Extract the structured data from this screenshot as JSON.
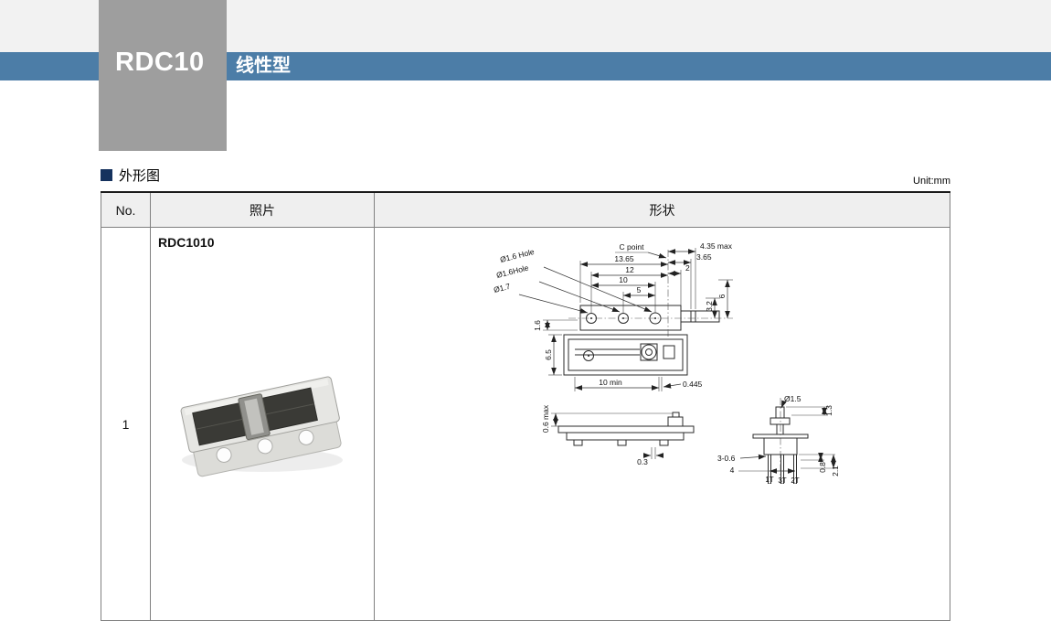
{
  "banner": {
    "model": "RDC10",
    "series_type": "线性型"
  },
  "section": {
    "title": "外形图",
    "unit": "Unit:mm"
  },
  "table": {
    "headers": {
      "no": "No.",
      "photo": "照片",
      "shape": "形状"
    },
    "row": {
      "no": "1",
      "part_number": "RDC1010"
    }
  },
  "drawing": {
    "dims": {
      "c_point": "C point",
      "max435": "4.35 max",
      "d1365": "13.65",
      "d365": "3.65",
      "d12": "12",
      "d2": "2",
      "d10": "10",
      "d5": "5",
      "d32": "3.2",
      "d6": "6",
      "hole_a": "Ø1.6 Hole",
      "hole_b": "Ø1.6Hole",
      "hole_c": "Ø1.7",
      "d16": "1.6",
      "d65": "6.5",
      "d10min": "10 min",
      "d0445": "0.445",
      "d06max": "0.6 max",
      "d03": "0.3",
      "dia15": "Ø1.5",
      "d13": "1.3",
      "d306": "3-0.6",
      "d4": "4",
      "d08": "0.8",
      "d21": "2.1",
      "t1": "1T",
      "t3": "3T",
      "t2": "2T"
    }
  }
}
